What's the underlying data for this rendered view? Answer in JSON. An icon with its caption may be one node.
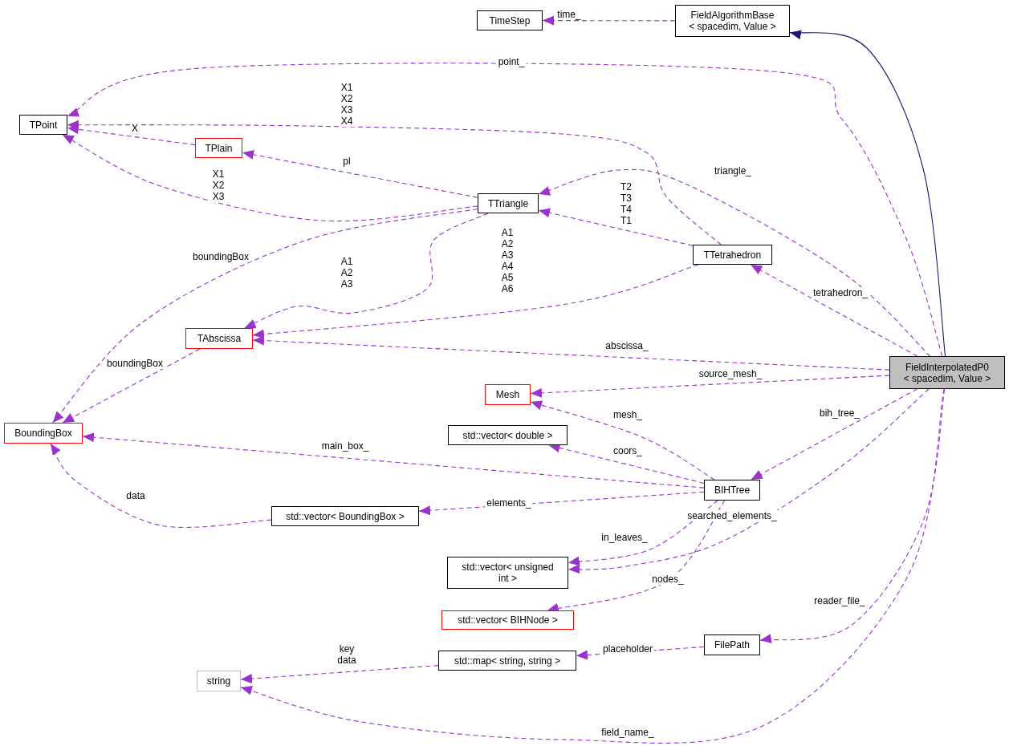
{
  "diagram": {
    "nodes": [
      {
        "text": [
          "TimeStep"
        ]
      },
      {
        "text": [
          "FieldAlgorithmBase < spacedim, Value >"
        ]
      },
      {
        "text": [
          "TPoint"
        ]
      },
      {
        "text": [
          "TPlain"
        ]
      },
      {
        "text": [
          "TTriangle"
        ]
      },
      {
        "text": [
          "TTetrahedron"
        ]
      },
      {
        "text": [
          "TAbscissa"
        ]
      },
      {
        "text": [
          "FieldInterpolatedP0 < spacedim, Value >"
        ]
      },
      {
        "text": [
          "Mesh"
        ]
      },
      {
        "text": [
          "BoundingBox"
        ]
      },
      {
        "text": [
          "std::vector< double >"
        ]
      },
      {
        "text": [
          "std::vector< BoundingBox >"
        ]
      },
      {
        "text": [
          "BIHTree"
        ]
      },
      {
        "text": [
          "std::vector< unsigned int >"
        ]
      },
      {
        "text": [
          "std::vector< BIHNode >"
        ]
      },
      {
        "text": [
          "FilePath"
        ]
      },
      {
        "text": [
          "std::map< string, string >"
        ]
      },
      {
        "text": [
          "string"
        ]
      }
    ],
    "edges": [
      {
        "from": 7,
        "to": 1,
        "arrow": "to",
        "color": "#191970"
      },
      {
        "from": 1,
        "to": 0,
        "arrow": "to",
        "label": "time_",
        "style": "dashed"
      },
      {
        "from": 7,
        "to": 2,
        "arrow": "to",
        "label": "point_",
        "style": "dashed"
      },
      {
        "from": 5,
        "to": 2,
        "arrow": "to",
        "label": "X1 X2 X3 X4",
        "style": "dashed"
      },
      {
        "from": 3,
        "to": 2,
        "arrow": "to",
        "label": "X",
        "style": "dashed"
      },
      {
        "from": 4,
        "to": 2,
        "arrow": "to",
        "label": "X1 X2 X3",
        "style": "dashed"
      },
      {
        "from": 4,
        "to": 3,
        "arrow": "to",
        "label": "pl",
        "style": "dashed"
      },
      {
        "from": 7,
        "to": 4,
        "arrow": "to",
        "label": "triangle_",
        "style": "dashed"
      },
      {
        "from": 5,
        "to": 4,
        "arrow": "to",
        "label": "T2 T3 T4 T1",
        "style": "dashed"
      },
      {
        "from": 4,
        "to": 9,
        "arrow": "to",
        "label": "boundingBox",
        "style": "dashed"
      },
      {
        "from": 4,
        "to": 6,
        "arrow": "to",
        "label": "A1 A2 A3",
        "style": "dashed"
      },
      {
        "from": 5,
        "to": 6,
        "arrow": "to",
        "label": "A1 A2 A3 A4 A5 A6",
        "style": "dashed"
      },
      {
        "from": 7,
        "to": 5,
        "arrow": "to",
        "label": "tetrahedron_",
        "style": "dashed"
      },
      {
        "from": 7,
        "to": 6,
        "arrow": "to",
        "label": "abscissa_",
        "style": "dashed"
      },
      {
        "from": 6,
        "to": 9,
        "arrow": "to",
        "label": "boundingBox",
        "style": "dashed"
      },
      {
        "from": 7,
        "to": 8,
        "arrow": "to",
        "label": "source_mesh_",
        "style": "dashed"
      },
      {
        "from": 12,
        "to": 8,
        "arrow": "to",
        "label": "mesh_",
        "style": "dashed"
      },
      {
        "from": 7,
        "to": 12,
        "arrow": "to",
        "label": "bih_tree_",
        "style": "dashed"
      },
      {
        "from": 12,
        "to": 9,
        "arrow": "to",
        "label": "main_box_",
        "style": "dashed"
      },
      {
        "from": 12,
        "to": 10,
        "arrow": "to",
        "label": "coors_",
        "style": "dashed"
      },
      {
        "from": 11,
        "to": 9,
        "arrow": "to",
        "label": "data",
        "style": "dashed"
      },
      {
        "from": 12,
        "to": 11,
        "arrow": "to",
        "label": "elements_",
        "style": "dashed"
      },
      {
        "from": 12,
        "to": 13,
        "arrow": "to",
        "label": "in_leaves_",
        "style": "dashed"
      },
      {
        "from": 7,
        "to": 13,
        "arrow": "to",
        "label": "searched_elements_",
        "style": "dashed"
      },
      {
        "from": 12,
        "to": 14,
        "arrow": "to",
        "label": "nodes_",
        "style": "dashed"
      },
      {
        "from": 7,
        "to": 15,
        "arrow": "to",
        "label": "reader_file_",
        "style": "dashed"
      },
      {
        "from": 15,
        "to": 16,
        "arrow": "to",
        "label": "placeholder",
        "style": "dashed"
      },
      {
        "from": 16,
        "to": 17,
        "arrow": "to",
        "label": "key data",
        "style": "dashed"
      },
      {
        "from": 7,
        "to": 17,
        "arrow": "to",
        "label": "field_name_",
        "style": "dashed"
      }
    ]
  }
}
